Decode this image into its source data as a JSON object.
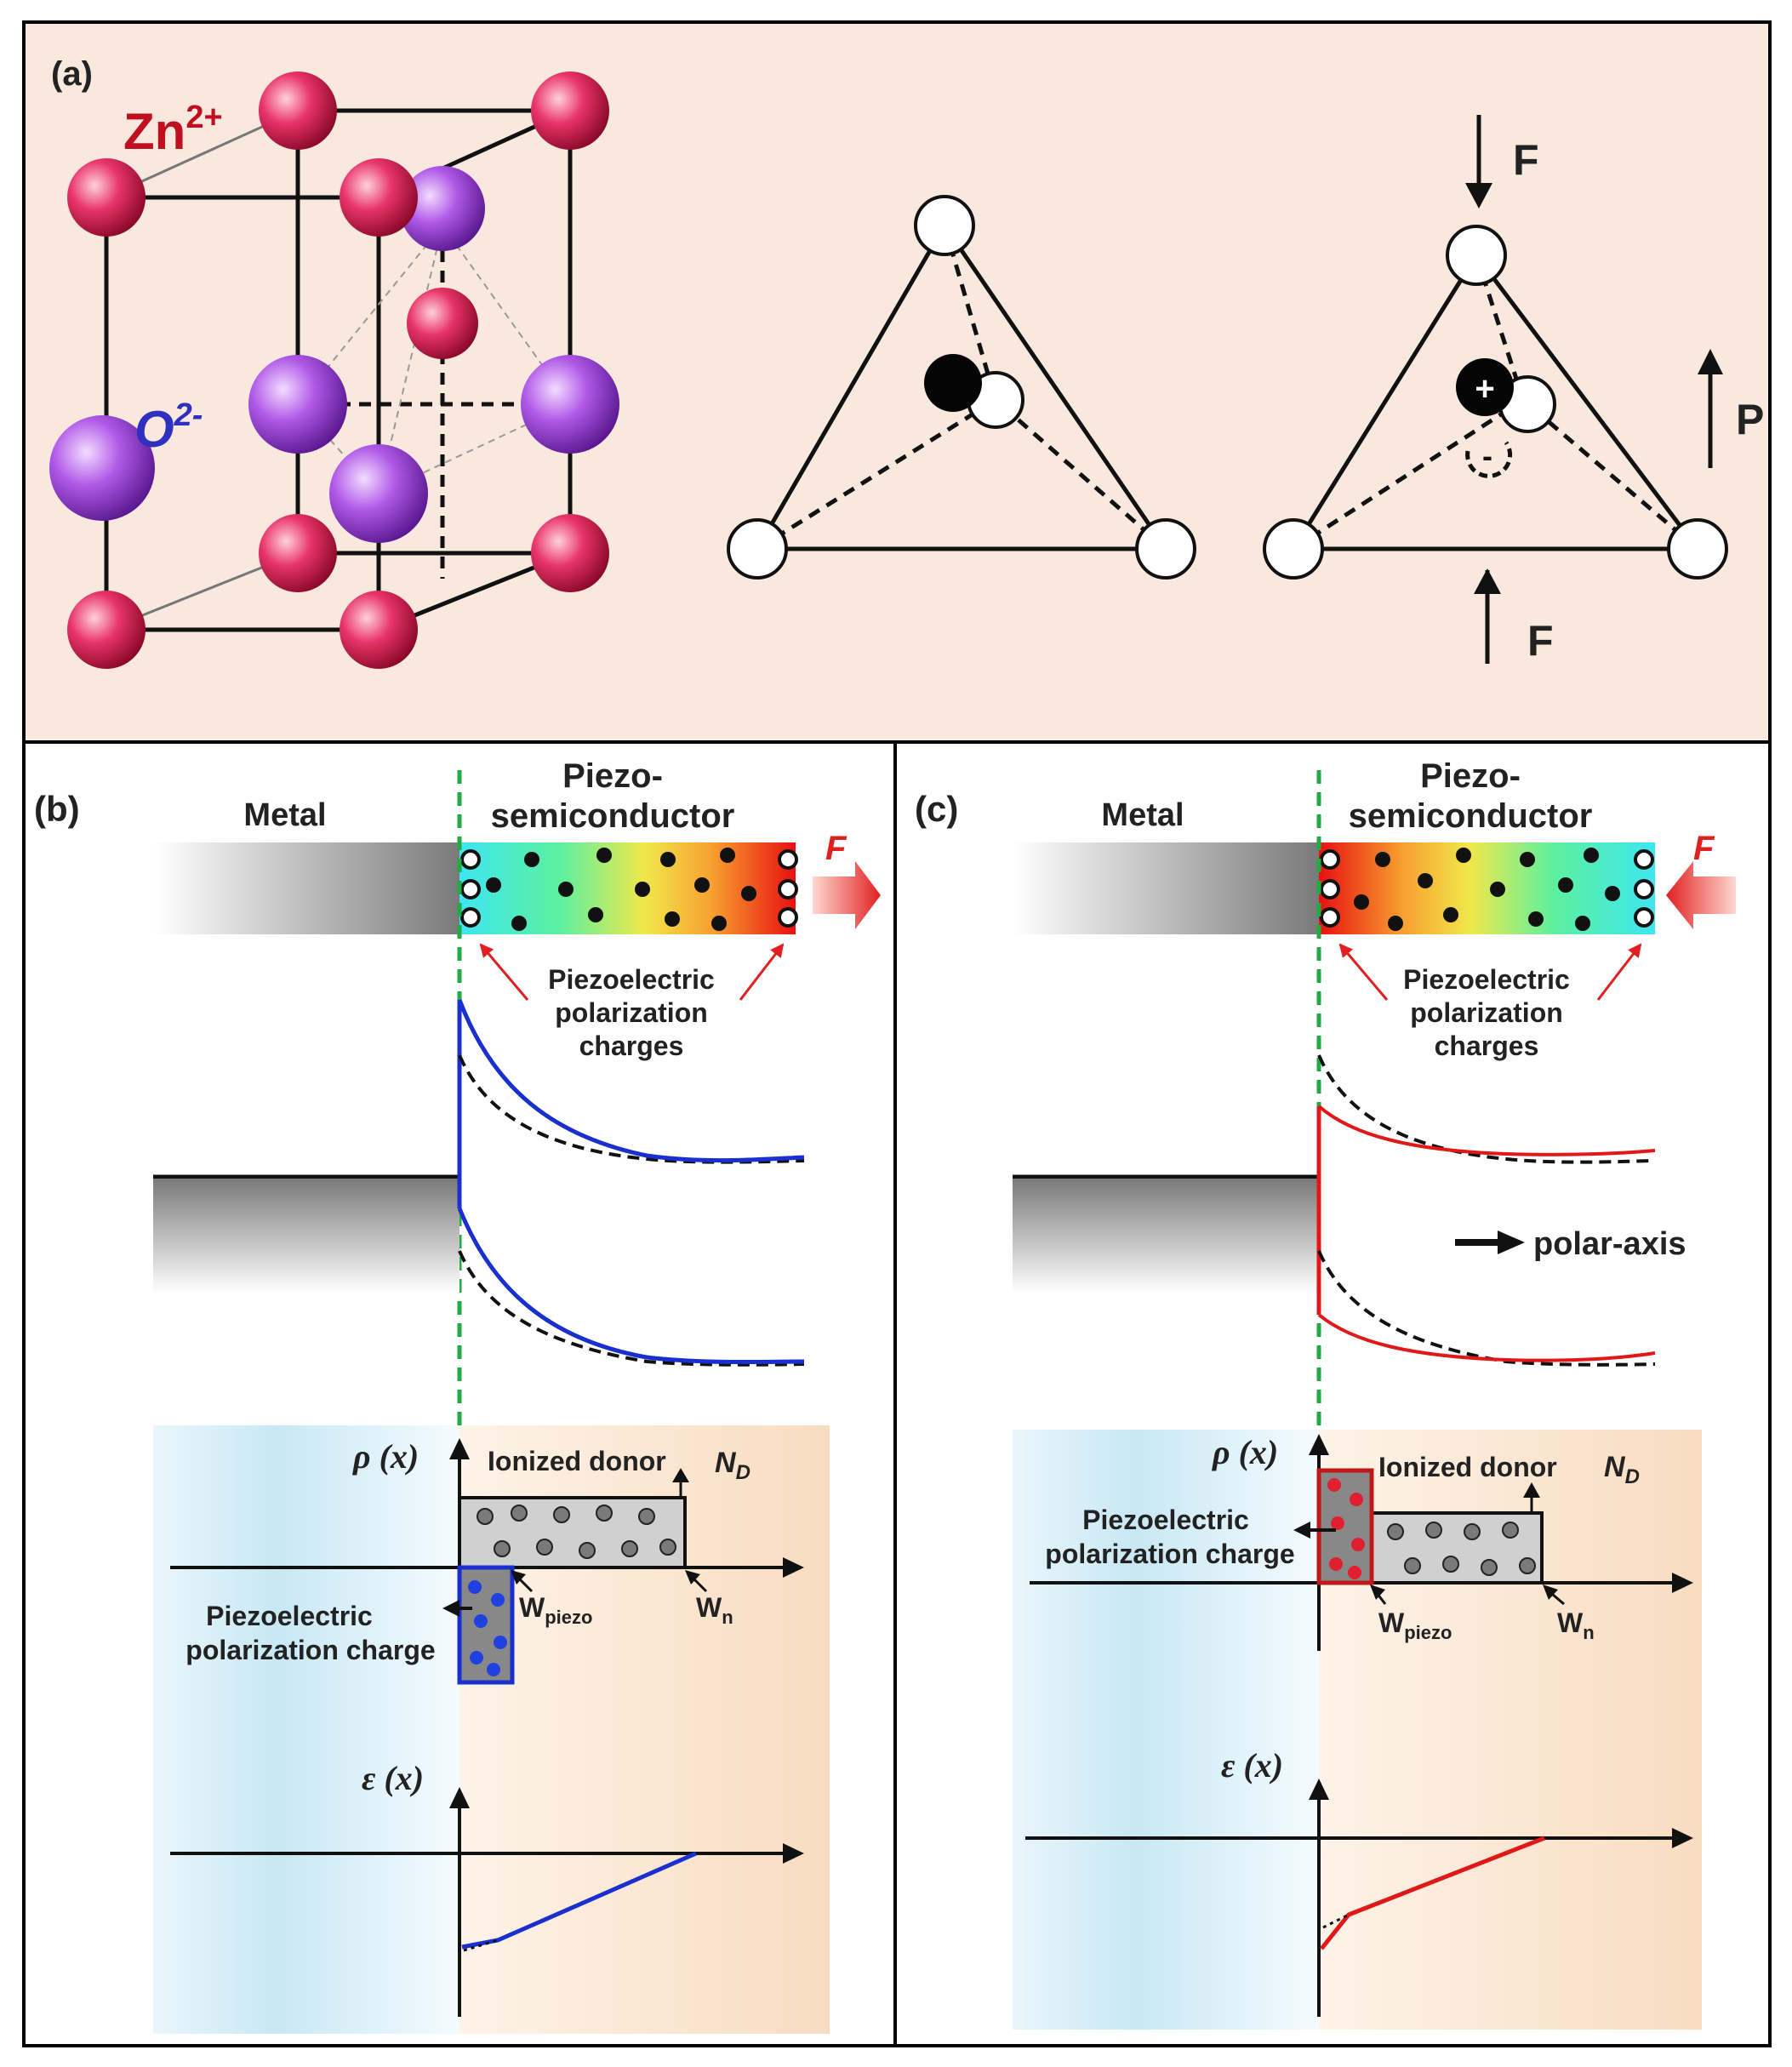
{
  "panels": {
    "a": {
      "label": "(a)",
      "zn_label_base": "Zn",
      "zn_label_sup": "2+",
      "o_label_base": "O",
      "o_label_sup": "2-",
      "force_label": "F",
      "polarization_label": "P",
      "plus_sign": "+",
      "minus_sign": "-"
    },
    "b": {
      "label": "(b)",
      "metal_label": "Metal",
      "semi_label_line1": "Piezo-",
      "semi_label_line2": "semiconductor",
      "force_label": "F",
      "piezo_charges_line1": "Piezoelectric",
      "piezo_charges_line2": "polarization",
      "piezo_charges_line3": "charges",
      "rho_label": "ρ (x)",
      "ionized_donor_label": "Ionized  donor",
      "nd_label": "N",
      "nd_sub": "D",
      "piezo_charge_line1": "Piezoelectric",
      "piezo_charge_line2": "polarization charge",
      "wpiezo_base": "W",
      "wpiezo_sub": "piezo",
      "wn_base": "W",
      "wn_sub": "n",
      "efield_label": "ε (x)"
    },
    "c": {
      "label": "(c)",
      "metal_label": "Metal",
      "semi_label_line1": "Piezo-",
      "semi_label_line2": "semiconductor",
      "force_label": "F",
      "piezo_charges_line1": "Piezoelectric",
      "piezo_charges_line2": "polarization",
      "piezo_charges_line3": "charges",
      "polar_axis_label": "polar-axis",
      "rho_label": "ρ (x)",
      "ionized_donor_label": "Ionized  donor",
      "nd_label": "N",
      "nd_sub": "D",
      "piezo_charge_line1": "Piezoelectric",
      "piezo_charge_line2": "polarization charge",
      "wpiezo_base": "W",
      "wpiezo_sub": "piezo",
      "wn_base": "W",
      "wn_sub": "n",
      "efield_label": "ε (x)"
    }
  },
  "colors": {
    "panel_a_background": "#f8e8de",
    "zn_atom": "#e01848",
    "o_atom": "#a040e0",
    "zn_text": "#c01020",
    "o_text": "#3030c0",
    "band_b": "#1a2fd0",
    "band_c": "#e01818",
    "interface_dashed": "#22aa44",
    "arrow_red": "#e02020"
  }
}
